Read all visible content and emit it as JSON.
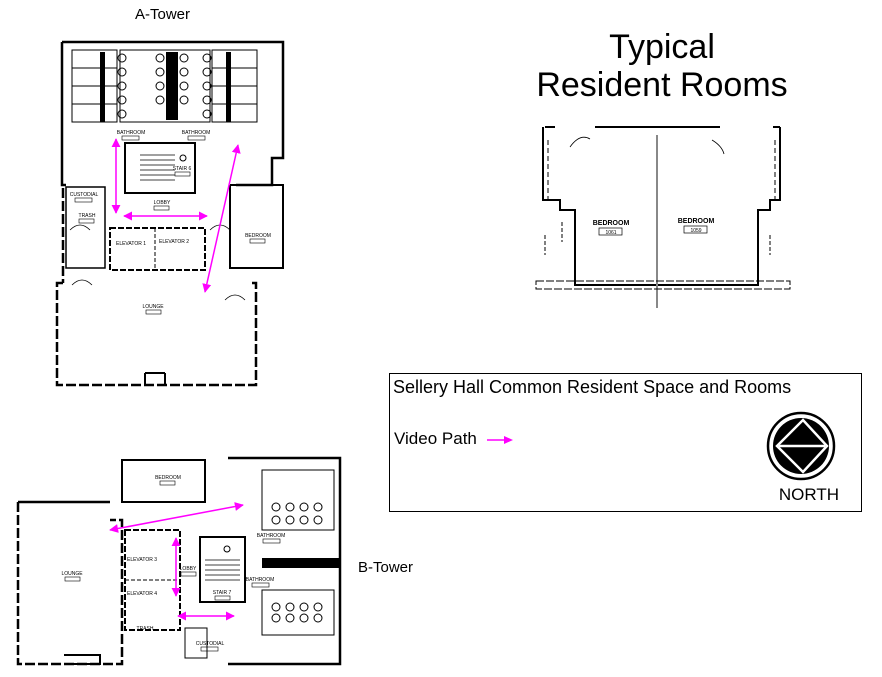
{
  "tower_a": {
    "title": "A-Tower",
    "rooms": {
      "bathroom_left": "BATHROOM",
      "bathroom_right": "BATHROOM",
      "stair": "STAIR 6",
      "custodial": "CUSTODIAL",
      "trash": "TRASH",
      "lobby": "LOBBY",
      "elevator_1": "ELEVATOR 1",
      "elevator_2": "ELEVATOR 2",
      "bedroom": "BEDROOM",
      "lounge": "LOUNGE"
    }
  },
  "tower_b": {
    "title": "B-Tower",
    "rooms": {
      "bedroom": "BEDROOM",
      "lounge": "LOUNGE",
      "elevator_3": "ELEVATOR 3",
      "elevator_4": "ELEVATOR 4",
      "lobby": "LOBBY",
      "bathroom_top": "BATHROOM",
      "bathroom_bottom": "BATHROOM",
      "stair": "STAIR 7",
      "trash": "TRASH",
      "custodial": "CUSTODIAL"
    }
  },
  "typical": {
    "title_line1": "Typical",
    "title_line2": "Resident Rooms",
    "room_left_label": "BEDROOM",
    "room_left_number": "1061",
    "room_right_label": "BEDROOM",
    "room_right_number": "1059"
  },
  "legend": {
    "title": "Sellery Hall Common Resident Space and Rooms",
    "video_path_label": "Video Path",
    "north_label": "NORTH"
  },
  "colors": {
    "path_arrow": "#ff00ff",
    "wall": "#000000",
    "background": "#ffffff"
  },
  "icons": {
    "north_arrow": "north-arrow-icon",
    "path_arrow": "magenta-arrow-icon"
  }
}
